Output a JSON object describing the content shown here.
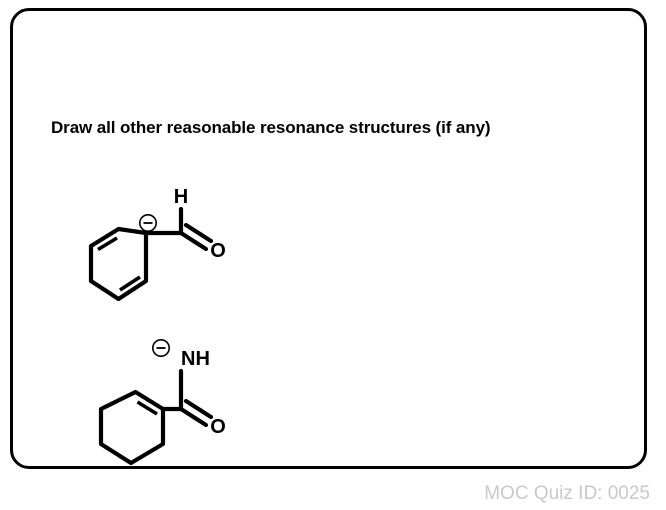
{
  "card": {
    "border_color": "#000000",
    "background_color": "#ffffff"
  },
  "question": {
    "title": "Draw all other reasonable resonance structures (if any)"
  },
  "structures": [
    {
      "id": "structure-1",
      "name": "cyclohexadienyl-anion-carbaldehyde",
      "ring": "cyclohexadienyl",
      "charge_label": "⊖",
      "charge_position": "ring-carbon-C1",
      "atom_labels": [
        "H",
        "O"
      ],
      "aldehyde_h": "H",
      "carbonyl_o": "O",
      "double_bonds": [
        "ring-top-left",
        "ring-bottom-right",
        "carbonyl-C=O"
      ]
    },
    {
      "id": "structure-2",
      "name": "cyclohexene-carboxamide-anion",
      "ring": "cyclohexene",
      "charge_label": "⊖",
      "charge_position": "nitrogen",
      "atom_labels": [
        "NH",
        "O"
      ],
      "amide_nh": "NH",
      "carbonyl_o": "O",
      "double_bonds": [
        "ring-top-right",
        "carbonyl-C=O"
      ]
    }
  ],
  "footer": {
    "quiz_id_label": "MOC Quiz ID: 0025",
    "color": "#c9c9c9"
  }
}
